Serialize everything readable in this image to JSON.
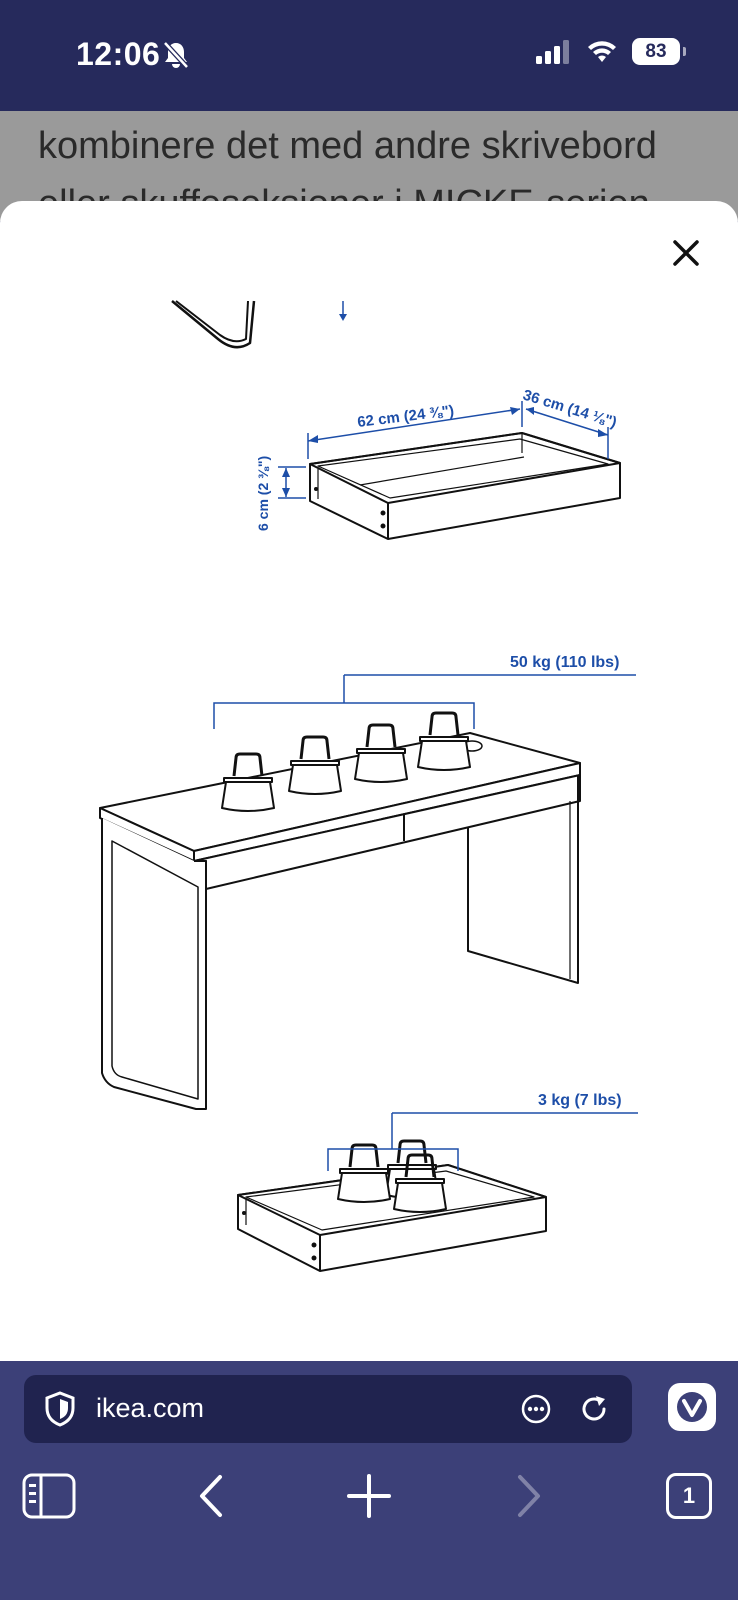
{
  "status": {
    "time": "12:06",
    "battery": "83",
    "icons": [
      "bell-slash-icon",
      "signal-icon",
      "wifi-icon",
      "battery-icon"
    ]
  },
  "page_background": {
    "line1": "kombinere det med andre skrivebord",
    "line2": "eller skuffeseksjoner i MICKE-serien."
  },
  "diagram": {
    "drawer_width": "62 cm (24 ⅜\")",
    "drawer_depth": "36 cm (14 ⅛\")",
    "drawer_height": "6 cm (2 ⅜\")",
    "desk_load": "50 kg (110 lbs)",
    "drawer_load": "3 kg (7 lbs)",
    "line_color": "#1d4ea8"
  },
  "browser": {
    "url": "ikea.com",
    "tab_count": "1"
  }
}
